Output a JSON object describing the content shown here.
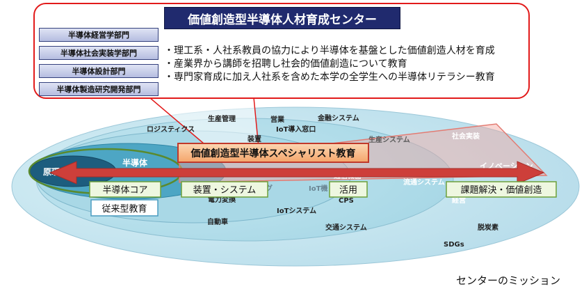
{
  "header": {
    "title": "価値創造型半導体人材育成センター",
    "departments": [
      "半導体経営学部門",
      "半導体社会実装学部門",
      "半導体設計部門",
      "半導体製造研究開発部門"
    ],
    "bullets": [
      "・理工系・人社系教員の協力により半導体を基盤とした価値創造人材を育成",
      "・産業界から講師を招聘し社会的価値創造について教育",
      "・専門家育成に加え人社系を含めた本学の全学生への半導体リテラシー教育"
    ]
  },
  "diagram": {
    "center_title": "価値創造型半導体スペシャリスト教育",
    "core_label": "原理、",
    "semi_label": "半導体",
    "stages": [
      "半導体コア",
      "装置・システム",
      "活用",
      "課題解決・価値創造"
    ],
    "traditional": "従来型教育",
    "fields": {
      "logistics": "ロジスティクス",
      "production": "生産管理",
      "sales": "営業",
      "finance": "金融システム",
      "iot_window": "IoT導入窓口",
      "equipment": "装置",
      "production_system": "生産システム",
      "social_impl": "社会実装",
      "comm_equipment": "通信機器",
      "distribution": "流通システム",
      "innovation": "イノベーション",
      "ng": "ング",
      "iot_device": "IoT機",
      "cps": "CPS",
      "management": "経営",
      "power": "電力変換",
      "iot_system": "IoTシステム",
      "automobile": "自動車",
      "transport": "交通システム",
      "decarbon": "脱炭素",
      "sdgs": "SDGs"
    },
    "mission_label": "センターのミッション"
  }
}
